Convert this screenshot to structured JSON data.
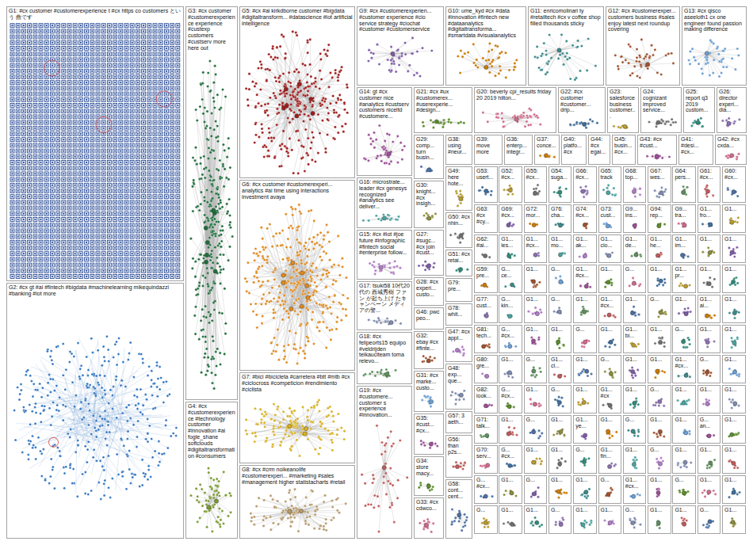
{
  "diagram": {
    "nodes": [
      {
        "text": [
          "G1: #cx customer #customerexperience t #cx https co customers という 曲です"
        ]
      },
      {
        "text": [
          "G2: #cx gt #ai #fintech #bigdata #machinelearning mikequindazzi #banking #iot more"
        ]
      },
      {
        "text": [
          "G3: #cx customer #customerexperience experience #custexp customers #custserv more here out"
        ]
      },
      {
        "text": [
          "G4: #cx #customerexperience #technology customer #innovation #ai fogle_shane softclouds #digitaltransformation #consumers"
        ]
      },
      {
        "text": [
          "G5: #cx #ai kirkdborne customer #bigdata #digitaltransform... #datascience #iot artificial intelligence"
        ]
      },
      {
        "text": [
          "G6: #cx customer #customerexperi... analytics #ai time using interactions investment avaya"
        ]
      },
      {
        "text": [
          "G7: #bici #bicicleta #carretera #btt #mtb #cx #ciclocross #competicion #rendimiento #ciclista"
        ]
      },
      {
        "text": [
          "G8: #cx #crm noikeanolife #customerexperi... #marketing #sales #management higher statistacharts #retail"
        ]
      },
      {
        "text": [
          "G9: #cx #customerexperien... #customer experience #cio service strategy #ciochat #customer #customerservice"
        ]
      },
      {
        "text": [
          "G10: ume_kyd #cx #data #innovation #fintech new #dataanalytics #digitaltransforma... #smartdata #visualanalytics"
        ]
      },
      {
        "text": [
          "G11: enricomolinari ty #retailtech #cx v coffee shop filled thousands sticky"
        ]
      },
      {
        "text": [
          "G12: #cx #customerexper... customers business #sales enjoy latest next roundup covering"
        ]
      },
      {
        "text": [
          "G13: #cx qisco aseeloth1 cx one engineer found passion making difference"
        ]
      },
      {
        "text": [
          "G14: gt #cx customer nice #analytics #custserv customers niceltd #customere..."
        ]
      },
      {
        "text": [
          "G21: #cx #ux #customerex... #userexperie... #design..."
        ]
      },
      {
        "text": [
          "G20: beverly cpi_results friday 20 2019 hilton..."
        ]
      },
      {
        "text": [
          "G22: #cx customer #customer... drip..."
        ]
      },
      {
        "text": [
          "G23: salesforce business customer..."
        ]
      },
      {
        "text": [
          "G24: cognizant improved service..."
        ]
      },
      {
        "text": [
          "G25: report q3 2019 custom..."
        ]
      },
      {
        "text": [
          "G26: director experi... dia..."
        ]
      },
      {
        "text": [
          "G16: microstrate... leader #cx genesys recognized #analytics see deliver..."
        ]
      },
      {
        "text": [
          "G15: #cx #iot #joe future #infographic #fintech social #enterprise follow..."
        ]
      },
      {
        "text": [
          "G17: tsuki58 10代20代の 西城秀樹 ファン が起ち上げ たキャンペーン メディアの警..."
        ]
      },
      {
        "text": [
          "G18: #cx felipeorts15 equipo #veldrijden teikauciteam toma relevo..."
        ]
      },
      {
        "text": [
          "G19: #cx #customere... customer s experience #innovation..."
        ]
      },
      {
        "text": [
          "G29: comp... turn busin..."
        ]
      },
      {
        "text": [
          "G30: knight... #cx insigh..."
        ]
      },
      {
        "text": [
          "G27: #sugc... #cx join #cust..."
        ]
      },
      {
        "text": [
          "G28: #cx experi... custo..."
        ]
      },
      {
        "text": [
          "G46: pwc peo..."
        ]
      },
      {
        "text": [
          "G32: ebay #cx #finte..."
        ]
      },
      {
        "text": [
          "G31: #cx marke... custo..."
        ]
      },
      {
        "text": [
          "G35: #cust... #cx..."
        ]
      },
      {
        "text": [
          "G34: store macy..."
        ]
      },
      {
        "text": [
          "G33: #cx cdwco..."
        ]
      },
      {
        "text": [
          "G38: using #neur..."
        ]
      },
      {
        "text": [
          "G49: here hote..."
        ]
      },
      {
        "text": [
          "G50: #cx nhin..."
        ]
      },
      {
        "text": [
          "G51: #cx retai..."
        ]
      },
      {
        "text": [
          "G79: pre..."
        ]
      },
      {
        "text": [
          "G78: whit..."
        ]
      },
      {
        "text": [
          "G47: #cx appl..."
        ]
      },
      {
        "text": [
          "G48: exp... que..."
        ]
      },
      {
        "text": [
          "G57: 3 aeth..."
        ]
      },
      {
        "text": [
          "G56: than p2s..."
        ]
      },
      {
        "text": [
          "G58: cont... cent..."
        ]
      },
      {
        "text": [
          "G39: move more"
        ]
      },
      {
        "text": [
          "G36: enterp... integr..."
        ]
      },
      {
        "text": [
          "G37: conce..."
        ]
      },
      {
        "text": [
          "G40: platfo... #cx"
        ]
      },
      {
        "text": [
          "G44: #cx egai..."
        ]
      },
      {
        "text": [
          "G45: busin... #cx..."
        ]
      },
      {
        "text": [
          "G43: #cx #cust..."
        ]
      },
      {
        "text": [
          "G41: #desi... #cx..."
        ]
      },
      {
        "text": [
          "G42: #cx cxda..."
        ]
      },
      {
        "text": [
          "G53: usert..."
        ]
      },
      {
        "text": [
          "G52: #cx..."
        ]
      },
      {
        "text": [
          "G55: #cx..."
        ]
      },
      {
        "text": [
          "G54: suga..."
        ]
      },
      {
        "text": [
          "G66: #cx..."
        ]
      },
      {
        "text": [
          "G65: track"
        ]
      },
      {
        "text": [
          "G68: top..."
        ]
      },
      {
        "text": [
          "G67: wes..."
        ]
      },
      {
        "text": [
          "G64: pers..."
        ]
      },
      {
        "text": [
          "G61: #cx..."
        ]
      },
      {
        "text": [
          "G60: #cx..."
        ]
      },
      {
        "text": [
          "G63: #cx #cy..."
        ]
      },
      {
        "text": [
          "G69: #cx..."
        ]
      },
      {
        "text": [
          "G72: mor..."
        ]
      },
      {
        "text": [
          "G76: cha..."
        ]
      },
      {
        "text": [
          "G74: #cx..."
        ]
      },
      {
        "text": [
          "G73: cust..."
        ]
      },
      {
        "text": [
          "G9... ins..."
        ]
      },
      {
        "text": [
          "G94: rep..."
        ]
      },
      {
        "text": [
          "G9... tra..."
        ]
      },
      {
        "text": [
          "G1... fro..."
        ]
      },
      {
        "text": [
          "G1..."
        ]
      },
      {
        "text": [
          "G62: #ai..."
        ]
      },
      {
        "text": [
          "G1... les..."
        ]
      },
      {
        "text": [
          "G1... #cx..."
        ]
      },
      {
        "text": [
          "G1... mo..."
        ]
      },
      {
        "text": [
          "G1... ak..."
        ]
      },
      {
        "text": [
          "G1... cio..."
        ]
      },
      {
        "text": [
          "G1... de..."
        ]
      },
      {
        "text": [
          "G1... he..."
        ]
      },
      {
        "text": [
          "G1... im..."
        ]
      },
      {
        "text": [
          "G1..."
        ]
      },
      {
        "text": [
          "G1..."
        ]
      },
      {
        "text": [
          "G59: pre..."
        ]
      },
      {
        "text": [
          "G... ce..."
        ]
      },
      {
        "text": [
          "G1..."
        ]
      },
      {
        "text": [
          "G..."
        ]
      },
      {
        "text": [
          "G1... #cx..."
        ]
      },
      {
        "text": [
          "G1..."
        ]
      },
      {
        "text": [
          "G..."
        ]
      },
      {
        "text": [
          "G1..."
        ]
      },
      {
        "text": [
          "G1... pr..."
        ]
      },
      {
        "text": [
          "G1..."
        ]
      },
      {
        "text": [
          "G1..."
        ]
      },
      {
        "text": [
          "G77: cust..."
        ]
      },
      {
        "text": [
          "G... kin..."
        ]
      },
      {
        "text": [
          "G1..."
        ]
      },
      {
        "text": [
          "G..."
        ]
      },
      {
        "text": [
          "G1..."
        ]
      },
      {
        "text": [
          "G1... #cx..."
        ]
      },
      {
        "text": [
          "G1..."
        ]
      },
      {
        "text": [
          "G..."
        ]
      },
      {
        "text": [
          "G1..."
        ]
      },
      {
        "text": [
          "G1... ai..."
        ]
      },
      {
        "text": [
          "G1..."
        ]
      },
      {
        "text": [
          "G81: tech..."
        ]
      },
      {
        "text": [
          "G... #cx..."
        ]
      },
      {
        "text": [
          "G1..."
        ]
      },
      {
        "text": [
          "G1..."
        ]
      },
      {
        "text": [
          "G..."
        ]
      },
      {
        "text": [
          "G1..."
        ]
      },
      {
        "text": [
          "G1... bi..."
        ]
      },
      {
        "text": [
          "G1..."
        ]
      },
      {
        "text": [
          "G..."
        ]
      },
      {
        "text": [
          "G1..."
        ]
      },
      {
        "text": [
          "G1..."
        ]
      },
      {
        "text": [
          "G80: gre..."
        ]
      },
      {
        "text": [
          "G1..."
        ]
      },
      {
        "text": [
          "G..."
        ]
      },
      {
        "text": [
          "G1... cl..."
        ]
      },
      {
        "text": [
          "G1..."
        ]
      },
      {
        "text": [
          "G..."
        ]
      },
      {
        "text": [
          "G1..."
        ]
      },
      {
        "text": [
          "G1..."
        ]
      },
      {
        "text": [
          "G1... #cx..."
        ]
      },
      {
        "text": [
          "G..."
        ]
      },
      {
        "text": [
          "G1..."
        ]
      },
      {
        "text": [
          "G82: look..."
        ]
      },
      {
        "text": [
          "G... #cx..."
        ]
      },
      {
        "text": [
          "G1..."
        ]
      },
      {
        "text": [
          "G..."
        ]
      },
      {
        "text": [
          "G1..."
        ]
      },
      {
        "text": [
          "G1... #cx"
        ]
      },
      {
        "text": [
          "G1..."
        ]
      },
      {
        "text": [
          "G..."
        ]
      },
      {
        "text": [
          "G1..."
        ]
      },
      {
        "text": [
          "G1..."
        ]
      },
      {
        "text": [
          "G1..."
        ]
      },
      {
        "text": [
          "G71: talk..."
        ]
      },
      {
        "text": [
          "G1..."
        ]
      },
      {
        "text": [
          "G..."
        ]
      },
      {
        "text": [
          "G1..."
        ]
      },
      {
        "text": [
          "G1... ye..."
        ]
      },
      {
        "text": [
          "G1..."
        ]
      },
      {
        "text": [
          "G..."
        ]
      },
      {
        "text": [
          "G1..."
        ]
      },
      {
        "text": [
          "G1..."
        ]
      },
      {
        "text": [
          "G... an..."
        ]
      },
      {
        "text": [
          "G1..."
        ]
      },
      {
        "text": [
          "G70: serv..."
        ]
      },
      {
        "text": [
          "G... #cx..."
        ]
      },
      {
        "text": [
          "G1..."
        ]
      },
      {
        "text": [
          "G1..."
        ]
      },
      {
        "text": [
          "G..."
        ]
      },
      {
        "text": [
          "G1... fin..."
        ]
      },
      {
        "text": [
          "G1..."
        ]
      },
      {
        "text": [
          "G..."
        ]
      },
      {
        "text": [
          "G1..."
        ]
      },
      {
        "text": [
          "G1..."
        ]
      },
      {
        "text": [
          "G1..."
        ]
      },
      {
        "text": [
          "G... #cx..."
        ]
      },
      {
        "text": [
          "G1..."
        ]
      },
      {
        "text": [
          "G..."
        ]
      },
      {
        "text": [
          "G1..."
        ]
      },
      {
        "text": [
          "G1..."
        ]
      },
      {
        "text": [
          "G..."
        ]
      },
      {
        "text": [
          "G1... #cx..."
        ]
      },
      {
        "text": [
          "G1..."
        ]
      },
      {
        "text": [
          "G..."
        ]
      },
      {
        "text": [
          "G1..."
        ]
      },
      {
        "text": [
          "G1..."
        ]
      },
      {
        "text": [
          "G..."
        ]
      },
      {
        "text": [
          "G1..."
        ]
      },
      {
        "text": [
          "G1..."
        ]
      },
      {
        "text": [
          "G..."
        ]
      },
      {
        "text": [
          "G1..."
        ]
      },
      {
        "text": [
          "G1..."
        ]
      },
      {
        "text": [
          "G..."
        ]
      },
      {
        "text": [
          "G1..."
        ]
      },
      {
        "text": [
          "G1..."
        ]
      },
      {
        "text": [
          "G..."
        ]
      },
      {
        "text": [
          "G1..."
        ]
      }
    ]
  }
}
